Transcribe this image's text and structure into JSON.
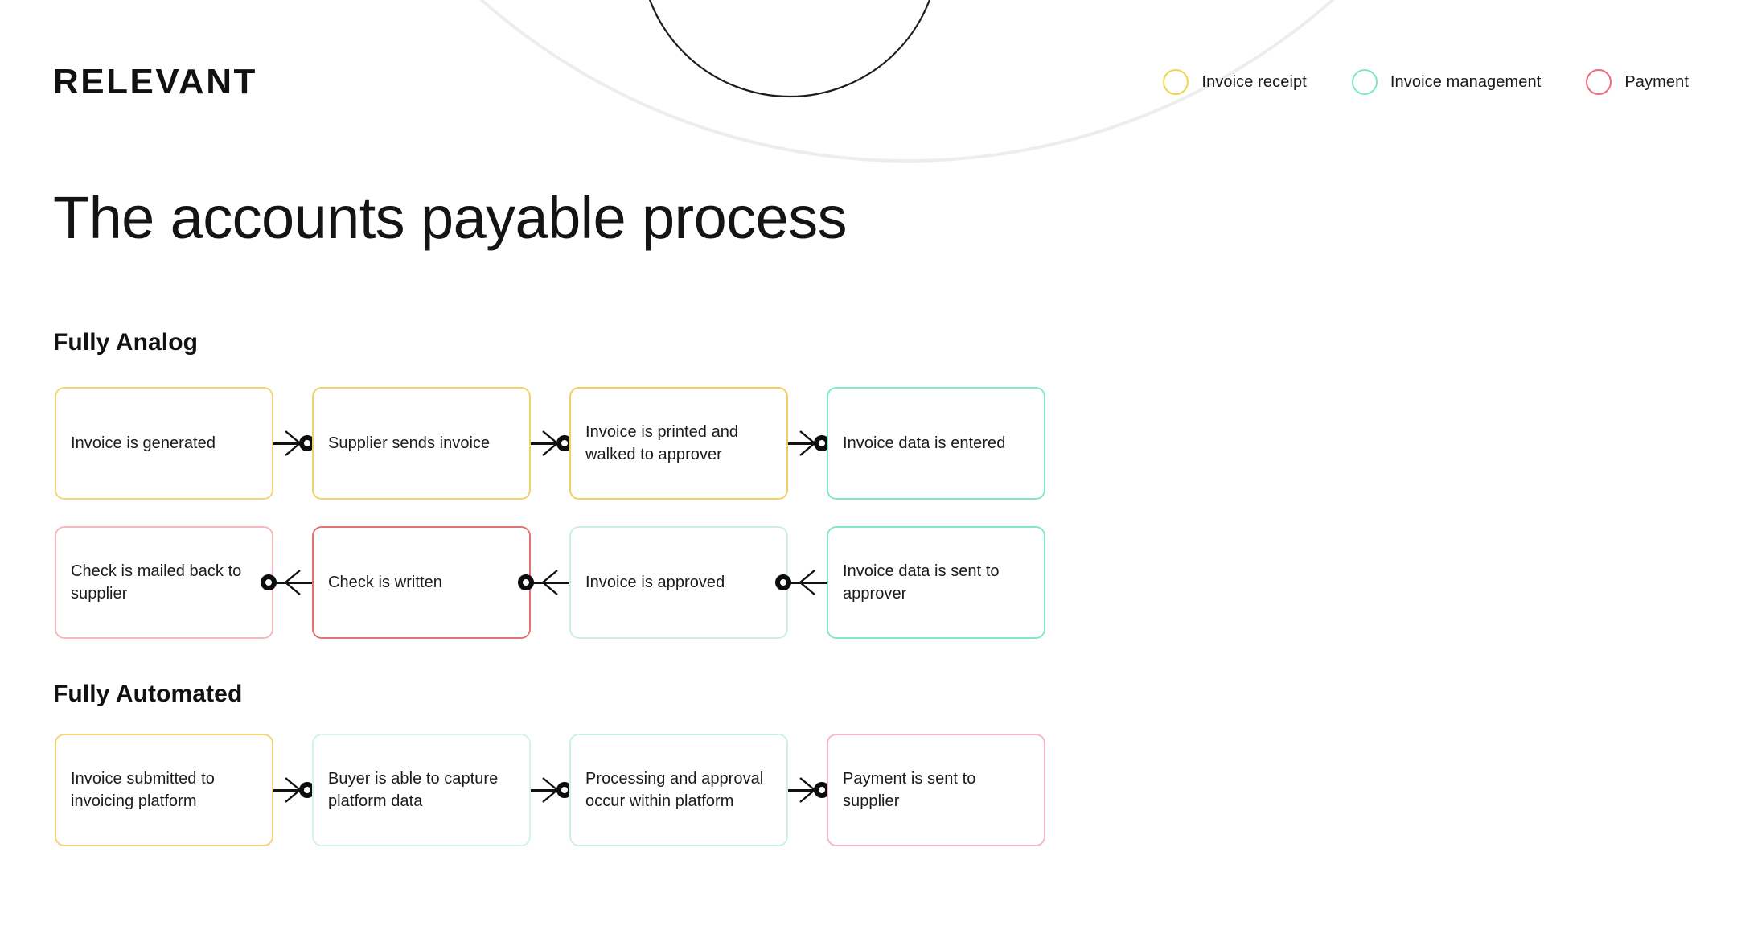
{
  "brand": {
    "name": "RELEVANT"
  },
  "legend": {
    "items": [
      {
        "label": "Invoice receipt",
        "color": "#EDD64F",
        "icon": "circle-outline-icon"
      },
      {
        "label": "Invoice management",
        "color": "#7FE7C4",
        "icon": "circle-outline-icon"
      },
      {
        "label": "Payment",
        "color": "#EE6A7C",
        "icon": "circle-outline-icon"
      }
    ]
  },
  "page": {
    "title": "The accounts payable process"
  },
  "sections": [
    {
      "id": "analog",
      "heading": "Fully Analog"
    },
    {
      "id": "automated",
      "heading": "Fully Automated"
    }
  ],
  "flows": {
    "analog_row1": {
      "direction": "right",
      "nodes": [
        {
          "label": "Invoice is generated",
          "color": "#F2D479",
          "category": "Invoice receipt"
        },
        {
          "label": "Supplier sends invoice",
          "color": "#F2D06B",
          "category": "Invoice receipt"
        },
        {
          "label": "Invoice is printed and walked to approver",
          "color": "#F5CE5E",
          "category": "Invoice receipt"
        },
        {
          "label": "Invoice data is entered",
          "color": "#82E8C6",
          "category": "Invoice management"
        }
      ]
    },
    "analog_row2": {
      "direction": "left",
      "nodes": [
        {
          "label": "Check is mailed back to supplier",
          "color": "#F3B9BE",
          "category": "Payment"
        },
        {
          "label": "Check is written",
          "color": "#E0736F",
          "category": "Payment"
        },
        {
          "label": "Invoice is approved",
          "color": "#CCF2DF",
          "category": "Invoice management"
        },
        {
          "label": "Invoice data is sent to approver",
          "color": "#82E8C6",
          "category": "Invoice management"
        }
      ]
    },
    "automated_row1": {
      "direction": "right",
      "nodes": [
        {
          "label": "Invoice submitted to invoicing platform",
          "color": "#F2D479",
          "category": "Invoice receipt"
        },
        {
          "label": "Buyer is able to capture platform data",
          "color": "#D3F4E2",
          "category": "Invoice management"
        },
        {
          "label": "Processing and approval occur within platform",
          "color": "#CCF2DF",
          "category": "Invoice management"
        },
        {
          "label": "Payment is sent to supplier",
          "color": "#F3B9C6",
          "category": "Payment"
        }
      ]
    }
  }
}
